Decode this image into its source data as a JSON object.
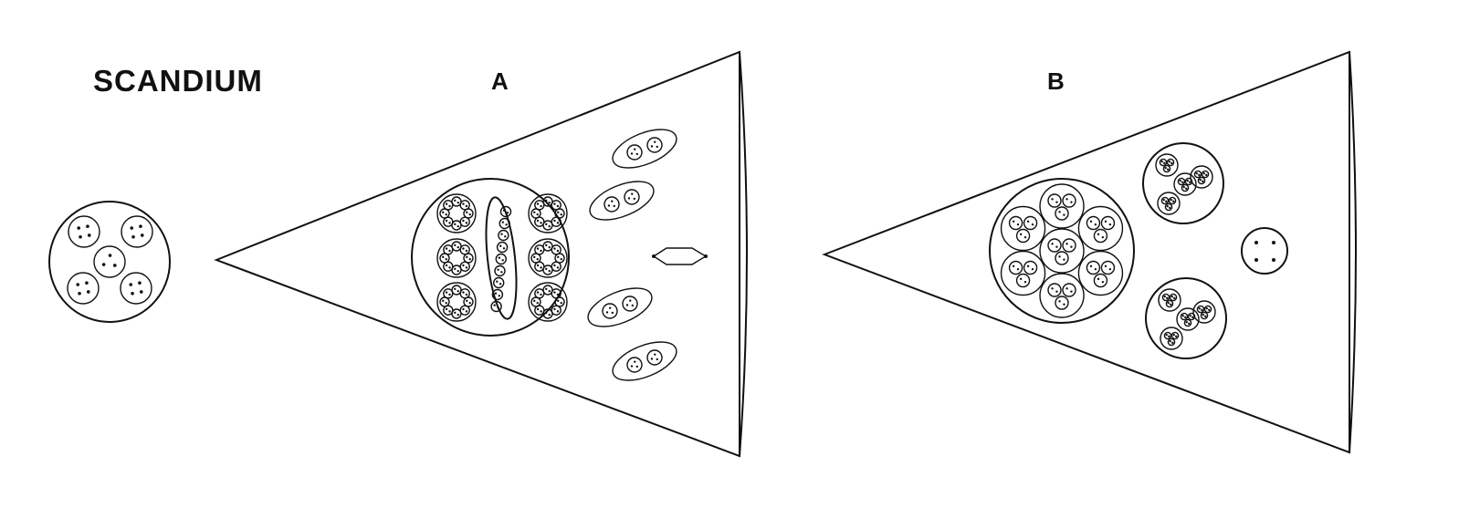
{
  "title": "SCANDIUM",
  "panels": [
    {
      "label": "A"
    },
    {
      "label": "B"
    }
  ]
}
